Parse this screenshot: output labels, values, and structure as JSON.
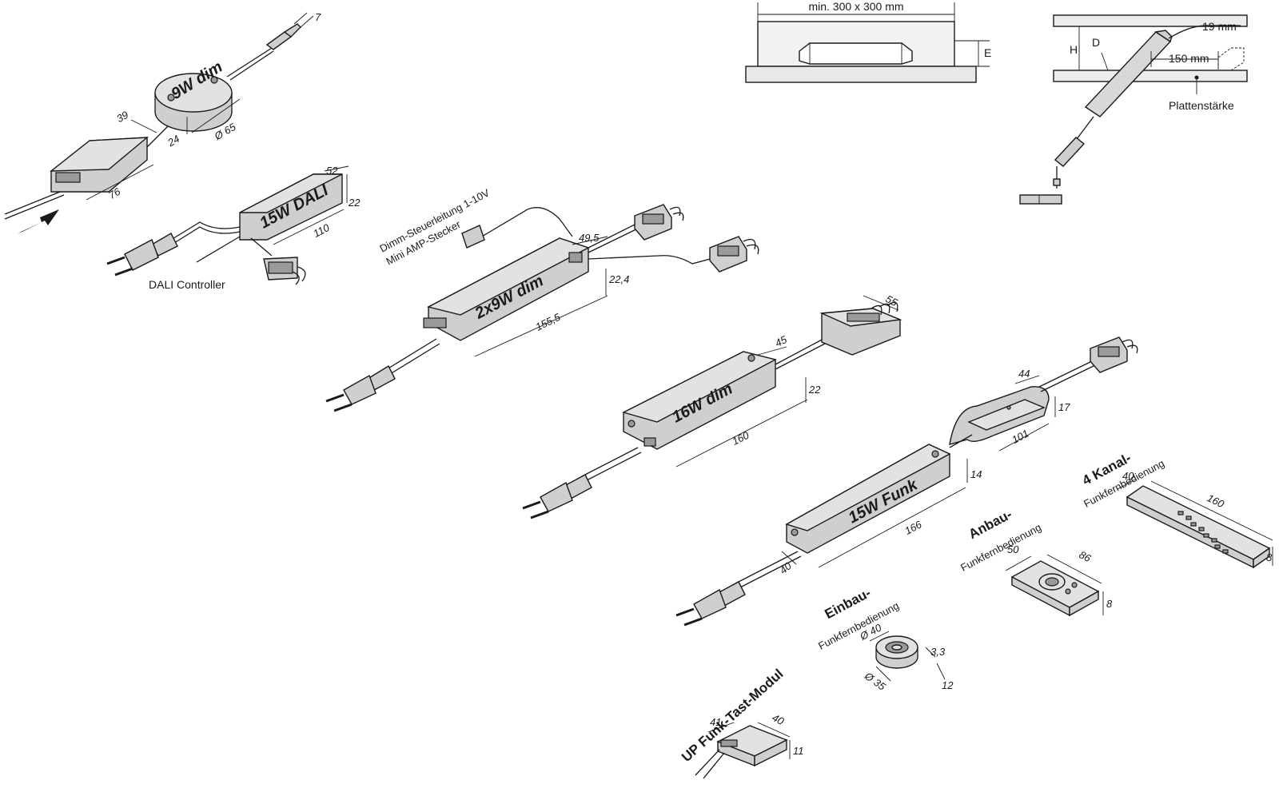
{
  "install": {
    "min_size": "min. 300 x 300 mm",
    "e": "E",
    "h": "H",
    "d": "D",
    "d19": "19 mm",
    "d150": "150 mm",
    "plate": "Plattenstärke"
  },
  "p9w": {
    "name": "9W dim",
    "d7": "7",
    "d39": "39",
    "d24": "24",
    "d65": "Ø 65",
    "d76": "76"
  },
  "dali": {
    "name": "15W DALI",
    "d52": "52",
    "d22": "22",
    "d110": "110",
    "controller": "DALI Controller"
  },
  "p2x9": {
    "name": "2x9W dim",
    "control_line1": "Dimm-Steuerleitung 1-10V",
    "control_line2": "Mini AMP-Stecker",
    "d49": "49,5",
    "d22": "22,4",
    "d155": "155,5"
  },
  "p16": {
    "name": "16W dim",
    "d45": "45",
    "d55": "55",
    "d22": "22",
    "d160": "160"
  },
  "funk": {
    "name": "15W Funk",
    "d44": "44",
    "d17": "17",
    "d101": "101",
    "d14": "14",
    "d166": "166",
    "d40": "40"
  },
  "kanal": {
    "title": "4 Kanal-",
    "subtitle": "Funkfernbedienung",
    "d40": "40",
    "d160": "160",
    "d8": "8"
  },
  "anbau": {
    "title": "Anbau-",
    "subtitle": "Funkfernbedienung",
    "d50": "50",
    "d86": "86",
    "d8": "8"
  },
  "einbau": {
    "title": "Einbau-",
    "subtitle": "Funkfernbedienung",
    "d40": "Ø 40",
    "d35": "Ø 35",
    "d33": "3,3",
    "d12": "12"
  },
  "up": {
    "title": "UP Funk-Tast-Modul",
    "d41": "41",
    "d40": "40",
    "d11": "11"
  }
}
